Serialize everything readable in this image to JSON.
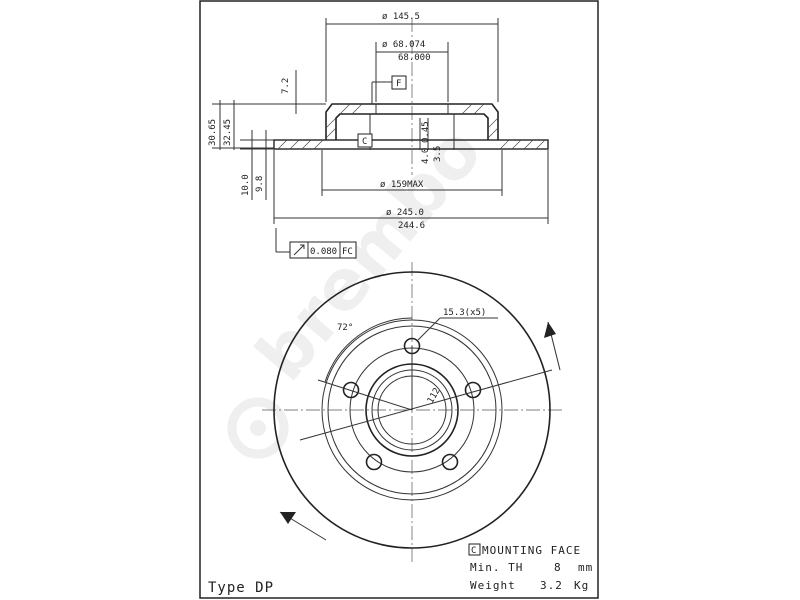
{
  "drawing": {
    "type_label": "Type DP",
    "dimensions": {
      "outer_hat_dia": "ø 145.5",
      "bore_max": "ø 68.074",
      "bore_min": "68.000",
      "hat_height": "7.2",
      "flatness_ref": "F",
      "total_height_max": "30.65",
      "total_height_min": "32.45",
      "mounting_ref": "C",
      "hat_offset_max": "4.0",
      "hat_offset_min": "3.5",
      "hat_offset_tol": "0.45",
      "disc_thick_max": "10.0",
      "disc_thick_min": "9.8",
      "inner_dia": "ø 159MAX",
      "outer_dia_max": "ø 245.0",
      "outer_dia_min": "244.6",
      "runout": "0.080",
      "runout_ref": "FC",
      "bolt_angle": "72°",
      "bolt_holes": "15.3(x5)",
      "pcd": "112"
    },
    "legend": {
      "mounting_box": "C",
      "mounting_face": "MOUNTING FACE",
      "min_th_label": "Min. TH",
      "min_th_value": "8",
      "min_th_unit": "mm",
      "weight_label": "Weight",
      "weight_value": "3.2",
      "weight_unit": "Kg"
    },
    "watermark": "brembo"
  }
}
